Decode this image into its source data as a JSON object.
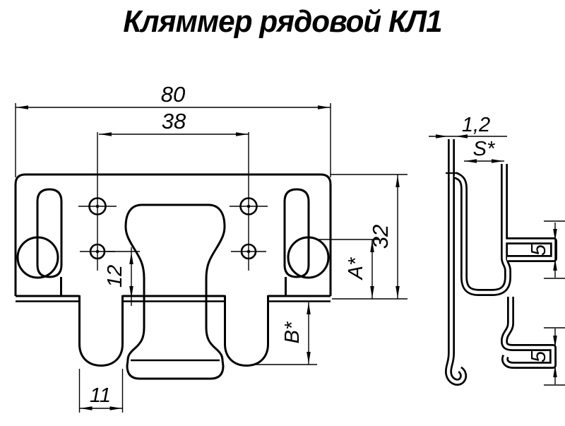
{
  "title": "Кляммер рядовой КЛ1",
  "drawing": {
    "type": "engineering drawing, 2 views (front and side), black lines on white",
    "part": "facade cladding clip (кляммер), row type KL1",
    "front_view": {
      "width": "80",
      "hole_spacing": "38",
      "height": "32",
      "hole_to_bottom_edge": "12",
      "leg_width": "11",
      "hook_zone_height": "A*",
      "leg_drop": "B*"
    },
    "side_view": {
      "metal_thickness": "1,2",
      "front_gap": "S*",
      "upper_hook_height": "5",
      "lower_hook_height": "5"
    }
  },
  "colors": {
    "line": "#000000",
    "background": "#ffffff"
  }
}
